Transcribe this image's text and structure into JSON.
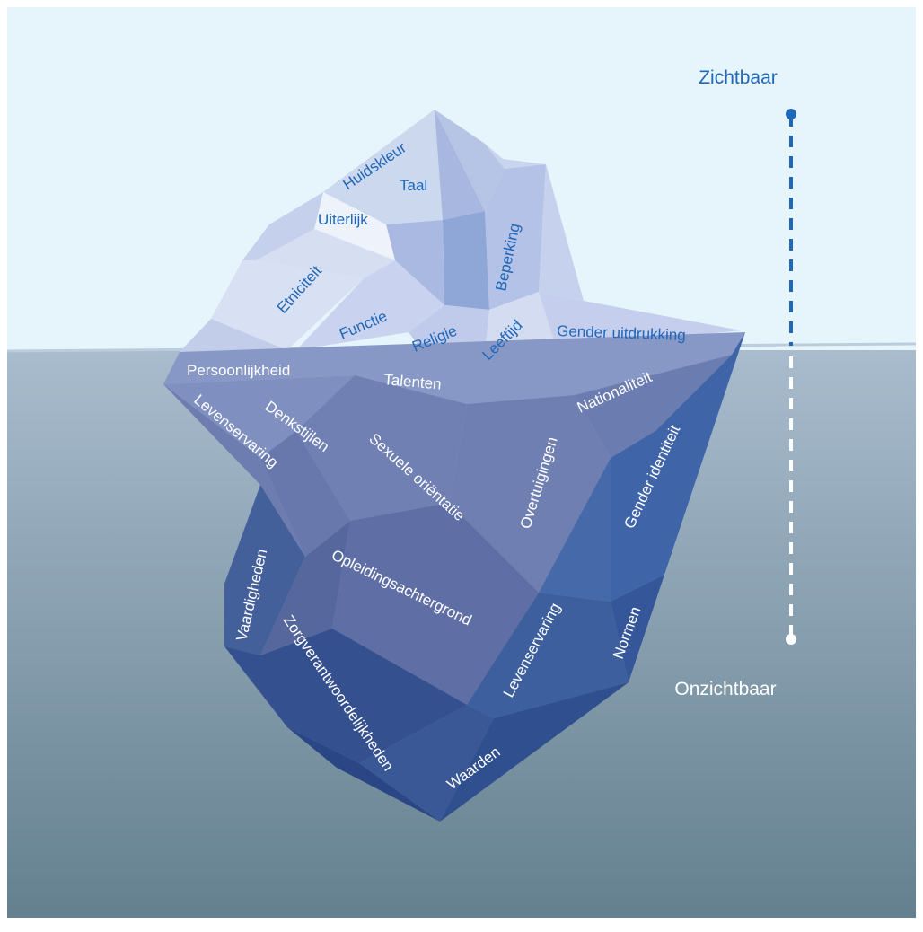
{
  "scale": {
    "top_label": "Zichtbaar",
    "bottom_label": "Onzichtbaar"
  },
  "colors": {
    "sky": "#e6f4fb",
    "water_top": "#a8bccf",
    "water_bottom": "#64808f",
    "label_above": "#1f67b8",
    "label_below": "#ffffff",
    "scale_top": "#1f67b8",
    "scale_bottom": "#ffffff"
  },
  "visible_labels": [
    "Huidskleur",
    "Taal",
    "Uiterlijk",
    "Beperking",
    "Etniciteit",
    "Functie",
    "Religie",
    "Leeftijd",
    "Gender uitdrukking"
  ],
  "hidden_labels": [
    "Persoonlijkheid",
    "Talenten",
    "Nationaliteit",
    "Levenservaring",
    "Denkstijlen",
    "Sexuele oriëntatie",
    "Overtuigingen",
    "Gender identiteit",
    "Opleidingsachtergrond",
    "Vaardigheden",
    "Zorgverantwoordelijkheden",
    "Levenservaring",
    "Normen",
    "Waarden"
  ]
}
